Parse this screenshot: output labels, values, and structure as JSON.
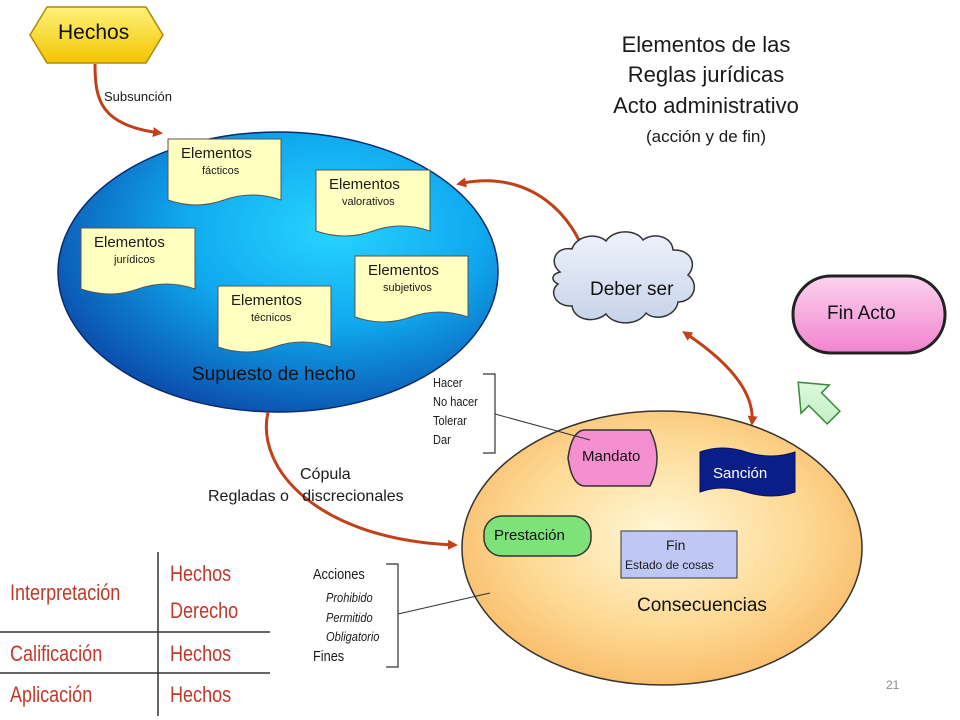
{
  "title": {
    "line1": "Elementos de las",
    "line2": "Reglas jurídicas",
    "line3": "Acto administrativo",
    "line4": "(acción y de fin)"
  },
  "hechos": "Hechos",
  "subsuncion": "Subsunción",
  "supuesto": {
    "label": "Supuesto de hecho",
    "items": [
      {
        "title": "Elementos",
        "sub": "fácticos"
      },
      {
        "title": "Elementos",
        "sub": "valorativos"
      },
      {
        "title": "Elementos",
        "sub": "jurídicos"
      },
      {
        "title": "Elementos",
        "sub": "subjetivos"
      },
      {
        "title": "Elementos",
        "sub": "técnicos"
      }
    ]
  },
  "deber_ser": "Deber ser",
  "fin_acto": "Fin Acto",
  "copula": {
    "line1": "Cópula",
    "line2": "Regladas o   discrecionales"
  },
  "consecuencias": {
    "label": "Consecuencias",
    "mandato": "Mandato",
    "sancion": "Sanción",
    "prestacion": "Prestación",
    "fin_title": "Fin",
    "fin_sub": "Estado de cosas"
  },
  "mandato_list": [
    "Hacer",
    "No hacer",
    "Tolerar",
    "Dar"
  ],
  "prestacion_list": {
    "acciones": "Acciones",
    "prohibido": "Prohibido",
    "permitido": "Permitido",
    "obligatorio": "Obligatorio",
    "fines": "Fines"
  },
  "table": {
    "interpretacion": "Interpretación",
    "hechos1": "Hechos",
    "derecho": "Derecho",
    "calificacion": "Calificación",
    "hechos2": "Hechos",
    "aplicacion": "Aplicación",
    "hechos3": "Hechos"
  },
  "page_number": "21",
  "colors": {
    "hechos_fill": "#f5d300",
    "ellipse_blue": "#1a7be0",
    "ellipse_orange": "#f8b860",
    "arrow": "#c0401a",
    "fin_acto_fill": "#f7a8d8",
    "mandato_fill": "#f48fd0",
    "sancion_fill": "#0a1e8a",
    "prestacion_fill": "#7ee27a",
    "fin_box_fill": "#bfc8f5",
    "doc_fill": "#ffffc0",
    "table_text": "#c0392b"
  }
}
